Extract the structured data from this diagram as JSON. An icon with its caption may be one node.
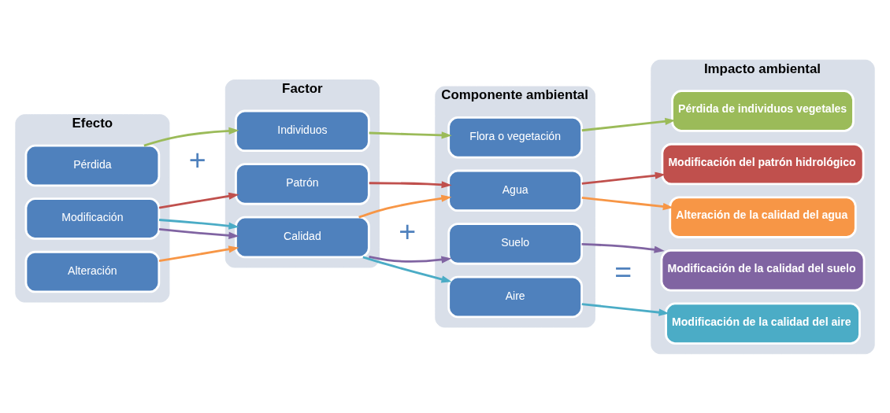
{
  "diagram": {
    "nodes": [
      {
        "text": [
          "Efecto"
        ]
      },
      {
        "text": [
          "Pérdida"
        ],
        "in": 0
      },
      {
        "text": [
          "Modificación"
        ],
        "in": 0
      },
      {
        "text": [
          "Alteración"
        ],
        "in": 0
      },
      {
        "text": [
          "Factor"
        ]
      },
      {
        "text": [
          "Calidad"
        ],
        "in": 4
      },
      {
        "text": [
          "Patrón"
        ],
        "in": 4
      },
      {
        "text": [
          "Individuos"
        ],
        "in": 4
      },
      {
        "text": [
          "Componente ambiental"
        ]
      },
      {
        "text": [
          "Suelo"
        ],
        "in": 8
      },
      {
        "text": [
          "Agua"
        ],
        "in": 8
      },
      {
        "text": [
          "Aire"
        ],
        "in": 8
      },
      {
        "text": [
          "Flora o vegetación"
        ],
        "in": 8
      },
      {
        "text": [
          "Impacto ambiental"
        ]
      },
      {
        "text": [
          "Modificación de la calidad del suelo"
        ],
        "in": 13
      },
      {
        "text": [
          "Modificación de la calidad del aire"
        ],
        "in": 13
      },
      {
        "text": [
          "Alteración de la calidad del agua"
        ],
        "in": 13
      },
      {
        "text": [
          "Pérdida de individuos vegetales"
        ],
        "in": 13
      },
      {
        "text": [
          "Modificación del patrón hidrológico"
        ],
        "in": 13
      }
    ],
    "edges": [
      {
        "from": 1,
        "to": 7,
        "arrow": "to",
        "color": "#9bbb59"
      },
      {
        "from": 2,
        "to": 5,
        "arrow": "to",
        "color": "#8064a2"
      },
      {
        "from": 2,
        "to": 5,
        "arrow": "to",
        "color": "#4bacc6"
      },
      {
        "from": 2,
        "to": 6,
        "arrow": "to",
        "color": "#c0504d"
      },
      {
        "from": 3,
        "to": 5,
        "arrow": "to",
        "color": "#f79646"
      },
      {
        "from": 5,
        "to": 9,
        "arrow": "to",
        "color": "#8064a2"
      },
      {
        "from": 5,
        "to": 10,
        "arrow": "to",
        "color": "#f79646"
      },
      {
        "from": 5,
        "to": 11,
        "arrow": "to",
        "color": "#4bacc6"
      },
      {
        "from": 6,
        "to": 10,
        "arrow": "to",
        "color": "#c0504d"
      },
      {
        "from": 7,
        "to": 12,
        "arrow": "to",
        "color": "#9bbb59"
      },
      {
        "from": 9,
        "to": 14,
        "arrow": "to",
        "color": "#8064a2"
      },
      {
        "from": 11,
        "to": 15,
        "arrow": "to",
        "color": "#4bacc6"
      },
      {
        "from": 10,
        "to": 16,
        "arrow": "to",
        "color": "#f79646"
      },
      {
        "from": 10,
        "to": 18,
        "arrow": "to",
        "color": "#c0504d"
      },
      {
        "from": 12,
        "to": 17,
        "arrow": "to",
        "color": "#9bbb59"
      }
    ],
    "labels": [
      "+",
      "+",
      "="
    ]
  }
}
